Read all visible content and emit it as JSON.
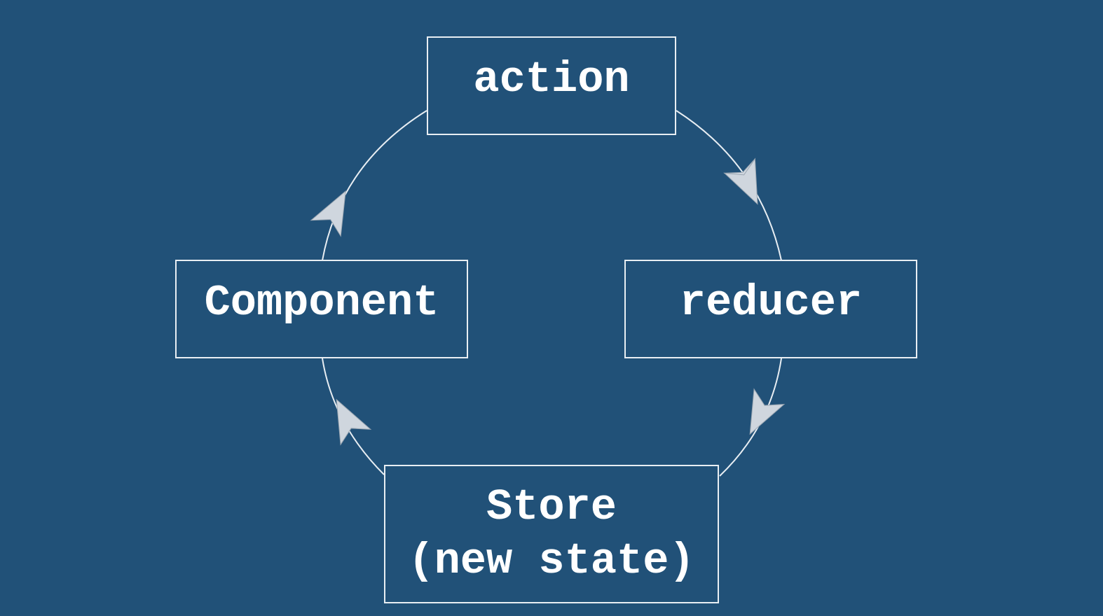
{
  "diagram": {
    "nodes": {
      "action": "action",
      "reducer": "reducer",
      "store_line1": "Store",
      "store_line2": "(new state)",
      "component": "Component"
    },
    "edges": [
      {
        "from": "action",
        "to": "reducer"
      },
      {
        "from": "reducer",
        "to": "store"
      },
      {
        "from": "store",
        "to": "component"
      },
      {
        "from": "component",
        "to": "action"
      }
    ],
    "colors": {
      "background": "#215178",
      "border": "#e8eef3",
      "text": "#ffffff",
      "arrow": "#cfd6de"
    }
  }
}
